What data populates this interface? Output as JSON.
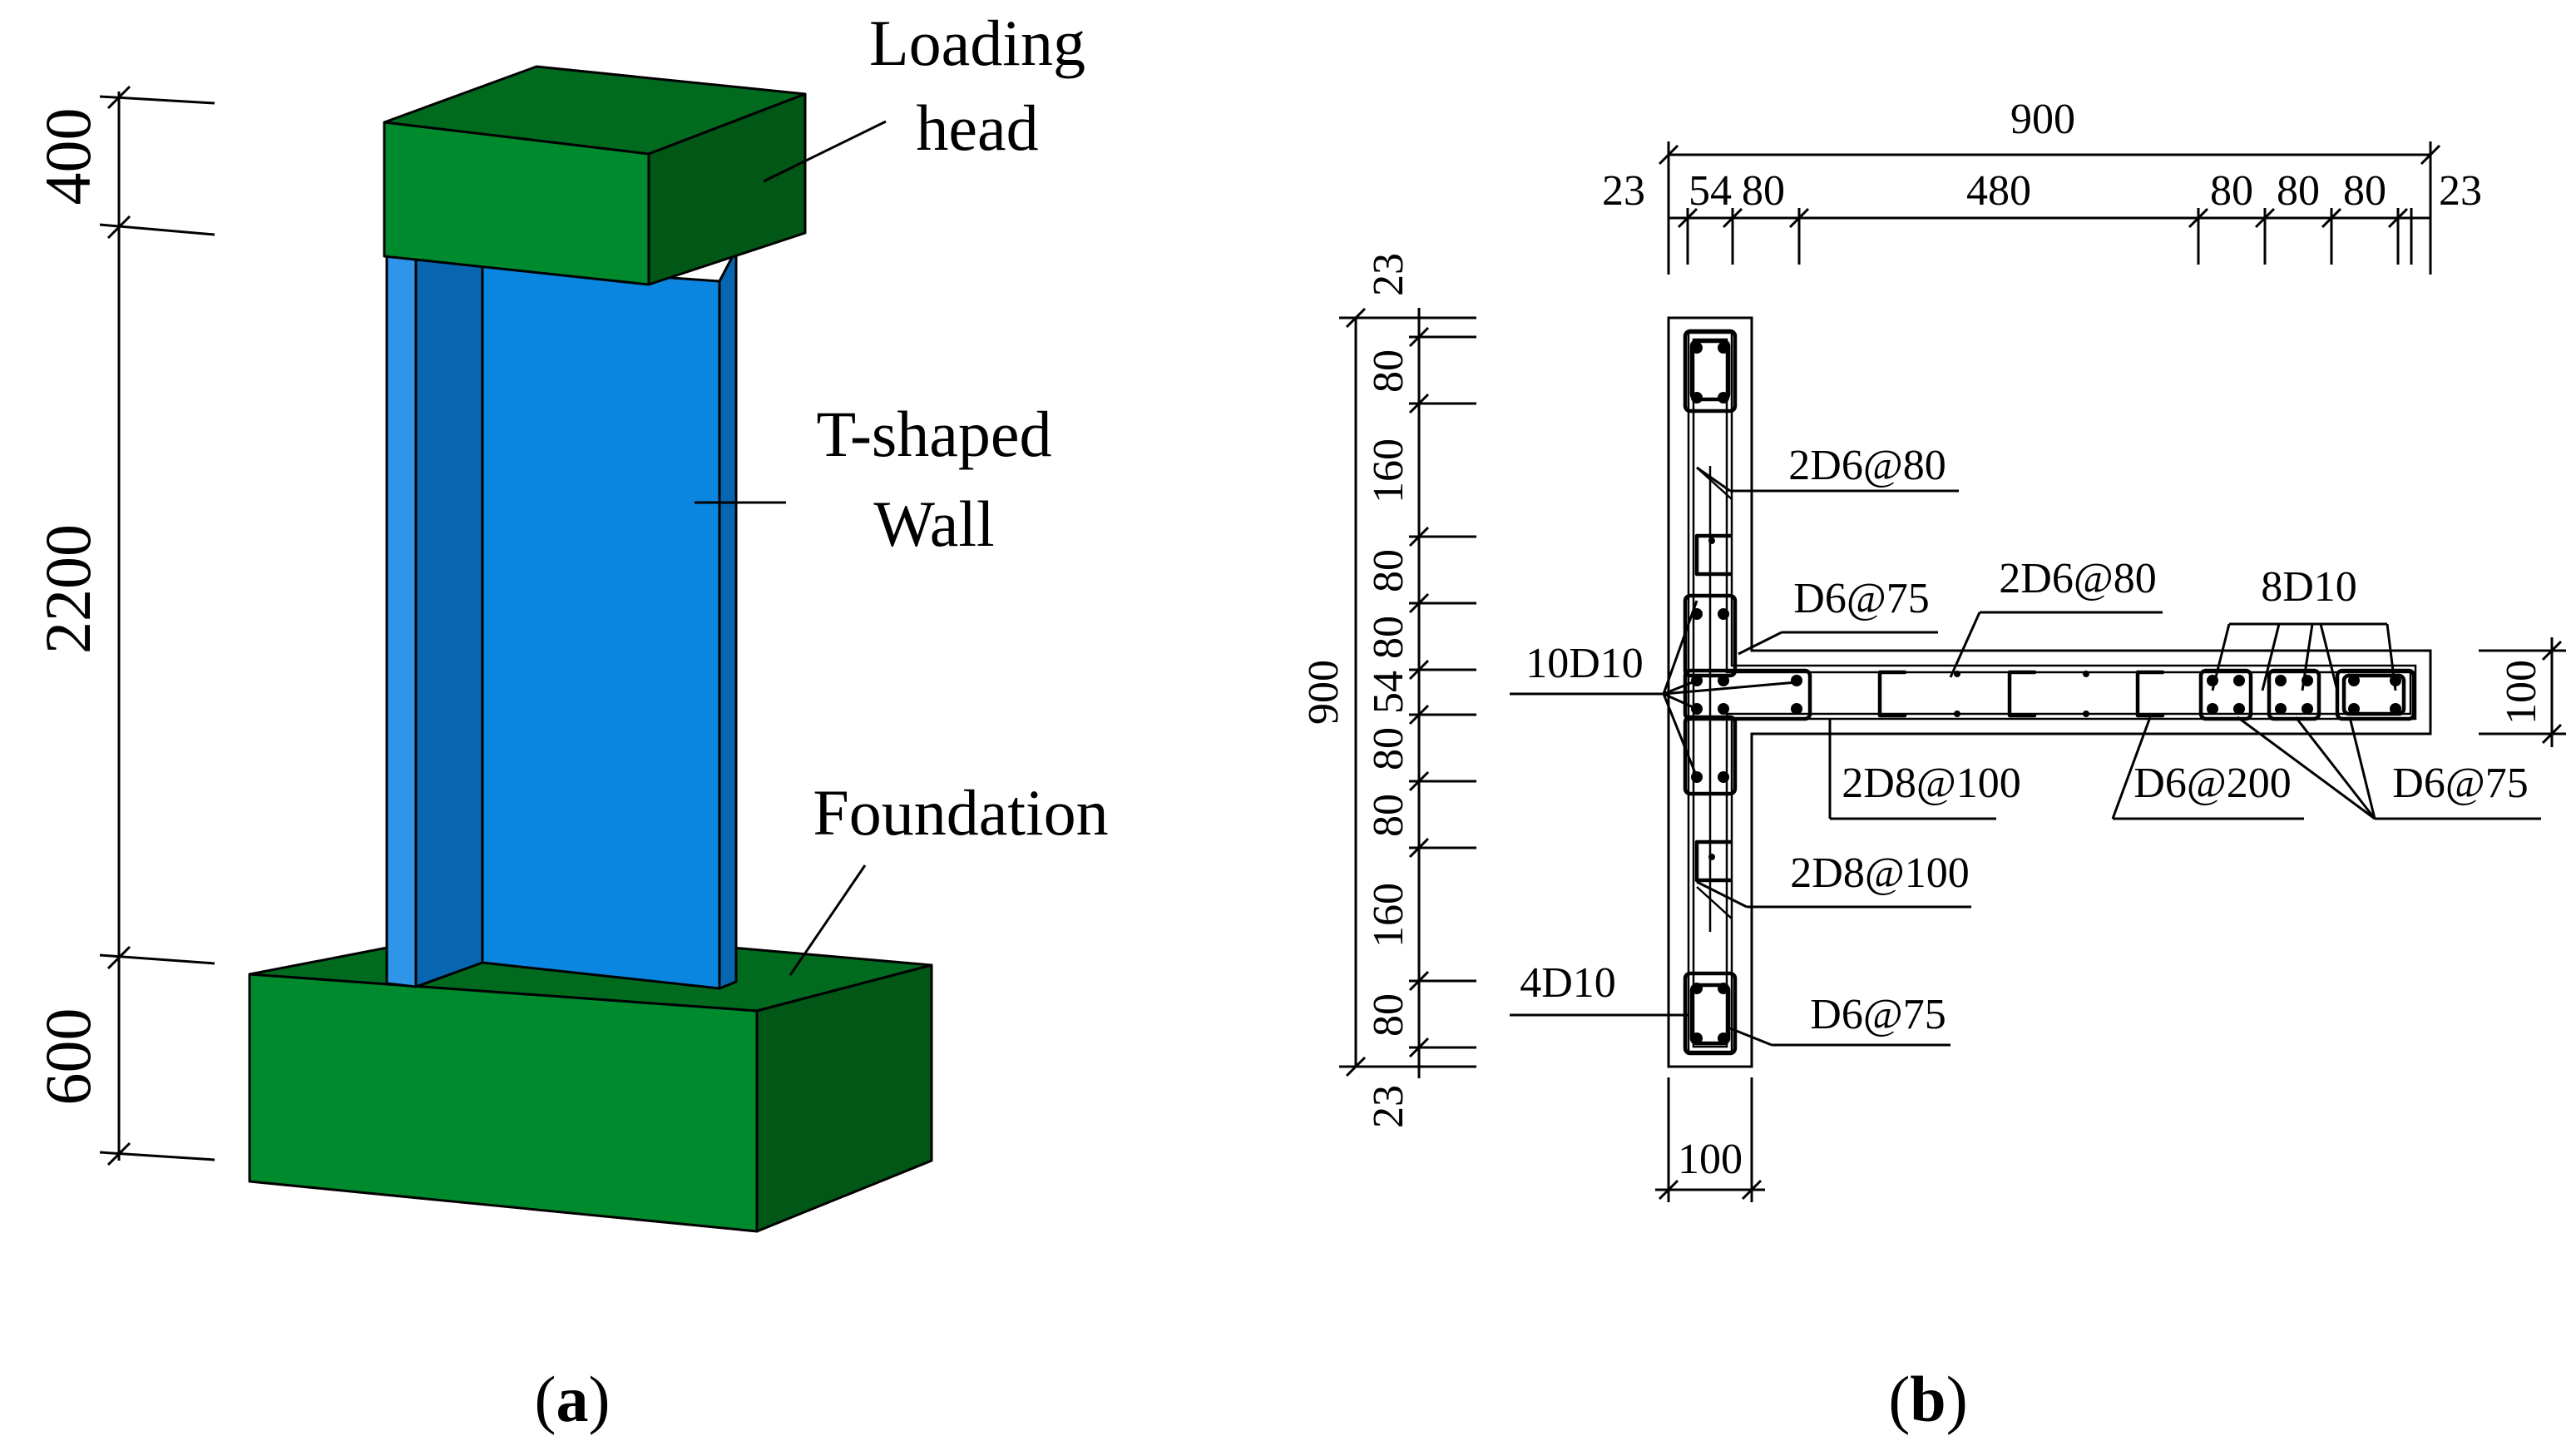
{
  "colors": {
    "green_top": "#006b1f",
    "green_face": "#008a2e",
    "green_side": "#005716",
    "blue_face": "#0a86e0",
    "blue_side": "#0866b0",
    "blue_edge": "#2f95e8"
  },
  "panel_a": {
    "labels": {
      "loading_head_1": "Loading",
      "loading_head_2": "head",
      "wall_1": "T-shaped",
      "wall_2": "Wall",
      "foundation": "Foundation"
    },
    "dims": {
      "top": "400",
      "wall": "2200",
      "base": "600"
    },
    "caption_open": "(",
    "caption_letter": "a",
    "caption_close": ")"
  },
  "panel_b": {
    "dims_top": {
      "total": "900",
      "cover_l": "23",
      "s1": "54",
      "s2": "80",
      "s3": "480",
      "s4": "80",
      "s5": "80",
      "s6": "80",
      "cover_r": "23"
    },
    "dims_left": {
      "total": "900",
      "c1": "23",
      "v1": "80",
      "v2": "160",
      "v3": "80",
      "v4": "80",
      "v5": "54",
      "v6": "80",
      "v7": "80",
      "v8": "160",
      "v9": "80",
      "c2": "23"
    },
    "dim_flange_width": "100",
    "dim_web_depth": "100",
    "rebar_labels": {
      "a": "2D6@80",
      "b": "D6@75",
      "c": "2D6@80",
      "d": "8D10",
      "e": "10D10",
      "f": "2D8@100",
      "g": "D6@200",
      "h": "D6@75",
      "i": "2D8@100",
      "j": "4D10",
      "k": "D6@75"
    },
    "caption_open": "(",
    "caption_letter": "b",
    "caption_close": ")"
  }
}
